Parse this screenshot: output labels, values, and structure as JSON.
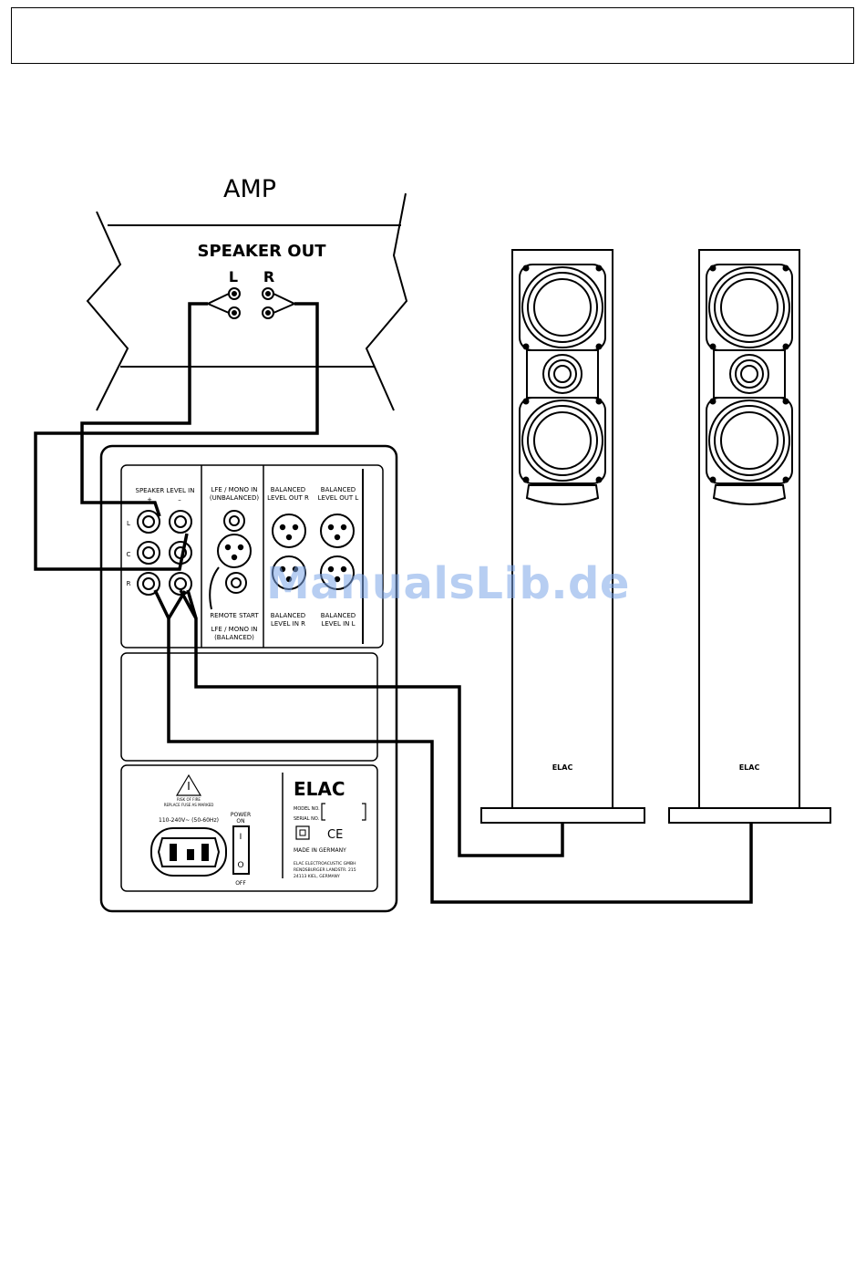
{
  "amp": {
    "title": "AMP",
    "speaker_out": "SPEAKER OUT",
    "left": "L",
    "right": "R"
  },
  "subwoofer": {
    "speaker_level_in": "SPEAKER LEVEL IN",
    "plus": "+",
    "minus": "–",
    "row_l": "L",
    "row_c": "C",
    "row_r": "R",
    "lfe_unbalanced_1": "LFE / MONO IN",
    "lfe_unbalanced_2": "(UNBALANCED)",
    "remote_start": "REMOTE START",
    "lfe_balanced_1": "LFE / MONO IN",
    "lfe_balanced_2": "(BALANCED)",
    "bal_out_r_1": "BALANCED",
    "bal_out_r_2": "LEVEL OUT R",
    "bal_out_l_1": "BALANCED",
    "bal_out_l_2": "LEVEL OUT L",
    "bal_in_r_1": "BALANCED",
    "bal_in_r_2": "LEVEL IN R",
    "bal_in_l_1": "BALANCED",
    "bal_in_l_2": "LEVEL IN L",
    "brand": "ELAC",
    "model_no": "MODEL NO.",
    "serial_no": "SERIAL NO.",
    "ce_mark": "CE",
    "made_in": "MADE IN GERMANY",
    "company_1": "ELAC ELECTROACUSTIC GMBH",
    "company_2": "RENDSBURGER LANDSTR. 215",
    "company_3": "24113 KIEL, GERMANY",
    "voltage": "110-240V~ (50-60Hz)",
    "power_on_1": "POWER",
    "power_on_2": "ON",
    "off": "OFF",
    "switch_on": "I",
    "switch_off": "O",
    "warning_1": "RISK OF FIRE",
    "warning_2": "REPLACE FUSE AS MARKED"
  },
  "speakers": {
    "badge_left": "ELAC",
    "badge_right": "ELAC"
  },
  "watermark": "ManualsLib.de"
}
